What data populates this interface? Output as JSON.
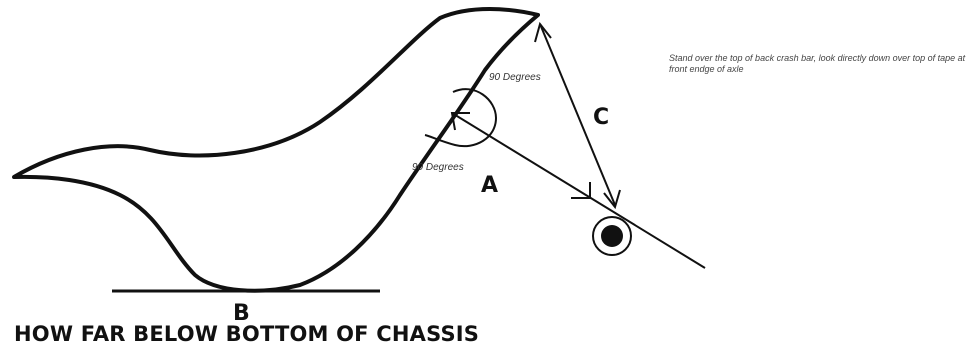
{
  "labels": {
    "a": "A",
    "b": "B",
    "c": "C",
    "angle_upper": "90 Degrees",
    "angle_lower": "90 Degrees"
  },
  "instructions": "Stand over the top of back crash bar, look directly down over top of tape at front endge of axle",
  "caption": "HOW FAR BELOW BOTTOM OF CHASSIS"
}
